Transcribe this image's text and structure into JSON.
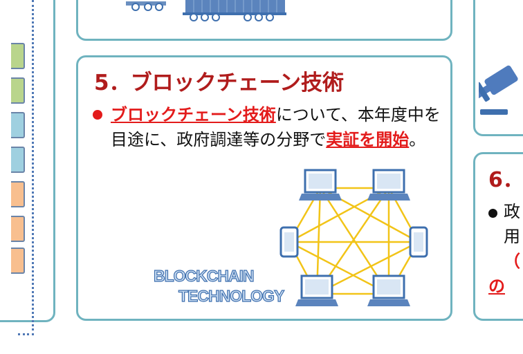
{
  "section5": {
    "title": "5．ブロックチェーン技術",
    "highlight_topic": "ブロックチェーン技術",
    "text_part1": "について、本年度中を目途に、政府調達等の分野で",
    "highlight_action": "実証を開始",
    "text_end": "。",
    "graphic_label_line1": "BLOCKCHAIN",
    "graphic_label_line2": "TECHNOLOGY"
  },
  "section6_partial": {
    "title": "6．",
    "line1": "政",
    "line2": "用",
    "line3": "（",
    "line4": "の"
  },
  "colors": {
    "panel_border": "#6fb3bf",
    "title_red": "#b01c1c",
    "emphasis_red": "#e31b1b",
    "network_line": "#f2c418",
    "device_blue": "#3e6fae"
  }
}
